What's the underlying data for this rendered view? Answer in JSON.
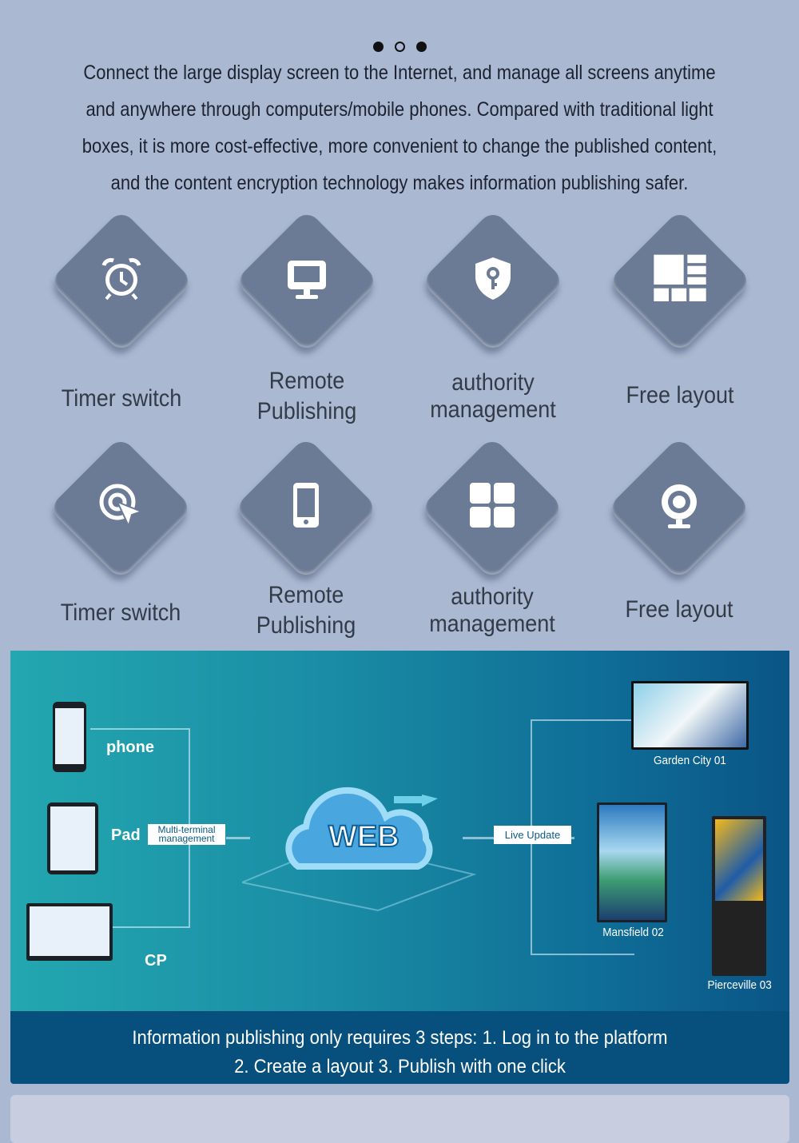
{
  "carousel": {
    "dots": [
      "filled",
      "empty",
      "filled"
    ]
  },
  "intro": [
    "Connect the large display screen to the Internet, and manage all screens anytime",
    "and anywhere through computers/mobile phones. Compared with traditional light",
    "boxes, it is more cost-effective, more convenient to change the published content,",
    "and the content encryption technology makes information publishing safer."
  ],
  "features": [
    {
      "icon": "alarm-clock-icon",
      "label": [
        "Timer switch"
      ]
    },
    {
      "icon": "monitor-icon",
      "label": [
        "Remote",
        "Publishing"
      ]
    },
    {
      "icon": "shield-key-icon",
      "label": [
        "authority",
        "management"
      ]
    },
    {
      "icon": "layout-grid-icon",
      "label": [
        "Free layout"
      ]
    },
    {
      "icon": "target-cursor-icon",
      "label": [
        "Timer switch"
      ]
    },
    {
      "icon": "tablet-icon",
      "label": [
        "Remote",
        "Publishing"
      ]
    },
    {
      "icon": "four-squares-icon",
      "label": [
        "authority",
        "management"
      ]
    },
    {
      "icon": "webcam-icon",
      "label": [
        "Free layout"
      ]
    }
  ],
  "diagram": {
    "devices": {
      "phone": "phone",
      "pad": "Pad",
      "cp": "CP"
    },
    "multi_terminal": [
      "Multi-terminal",
      "management"
    ],
    "cloud": "WEB",
    "live_update": "Live Update",
    "screens": {
      "s1": "Garden City 01",
      "s2": "Mansfield 02",
      "s3": "Pierceville 03"
    }
  },
  "footer": [
    "Information publishing only requires 3 steps: 1. Log in to the platform",
    "2. Create a layout 3. Publish with one click"
  ]
}
